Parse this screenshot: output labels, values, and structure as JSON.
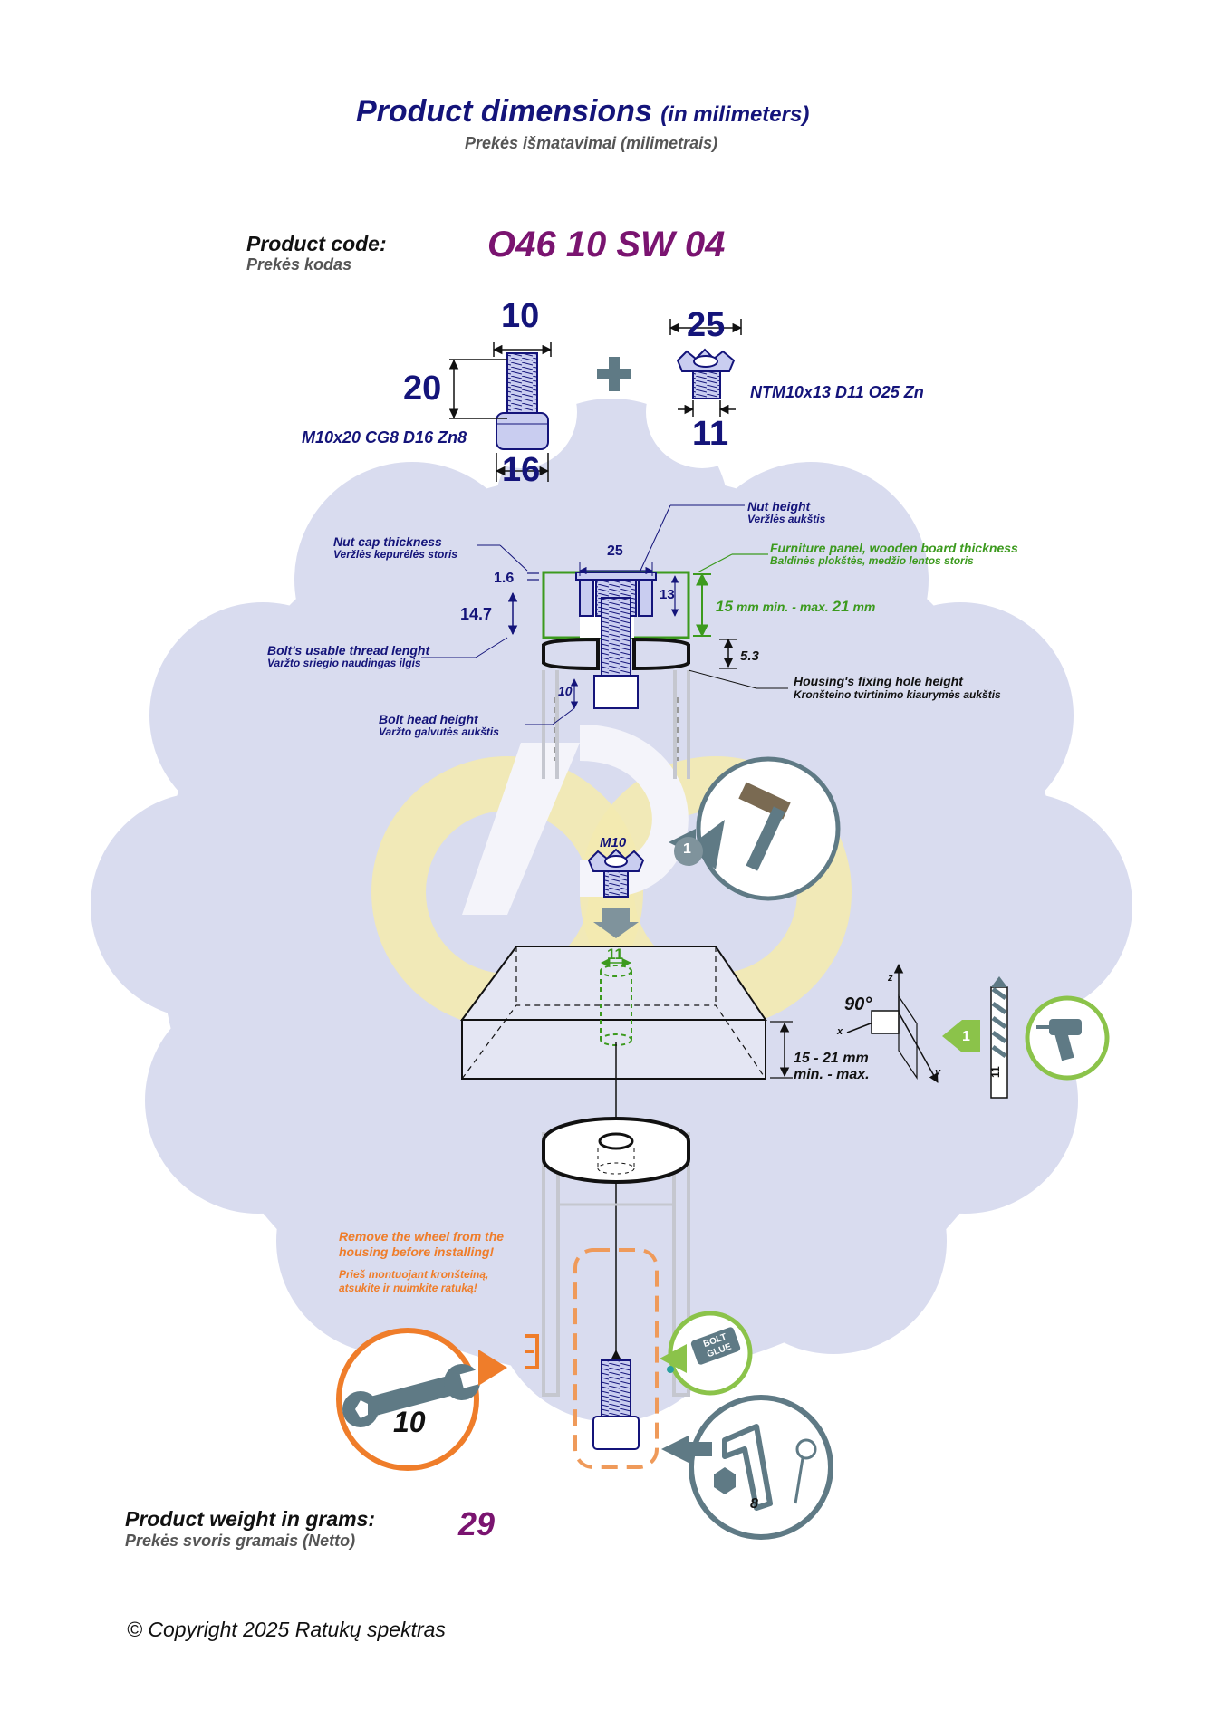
{
  "header": {
    "title": "Product dimensions",
    "title_suffix": "(in milimeters)",
    "subtitle": "Prekės išmatavimai (milimetrais)"
  },
  "product_code": {
    "label": "Product code:",
    "label_lt": "Prekės kodas",
    "value": "O46 10 SW 04"
  },
  "bolt": {
    "dim_top": "10",
    "dim_left": "20",
    "dim_bottom": "16",
    "name": "M10x20 CG8 D16 Zn8"
  },
  "nut": {
    "dim_top": "25",
    "dim_bottom": "11",
    "name": "NTM10x13 D11 O25 Zn"
  },
  "plus": "+",
  "assembly": {
    "nut_cap_label": "Nut cap thickness",
    "nut_cap_label_lt": "Veržlės kepurėlės storis",
    "nut_cap_value": "1.6",
    "nut_height_label": "Nut height",
    "nut_height_label_lt": "Veržlės aukštis",
    "nut_width_value": "25",
    "nut_height_value": "13",
    "panel_label": "Furniture panel, wooden board thickness",
    "panel_label_lt": "Baldinės plokštės, medžio lentos storis",
    "panel_min_value": "15",
    "panel_min_text": "mm min. - max.",
    "panel_max_value": "21",
    "panel_max_unit": "mm",
    "thread_value": "14.7",
    "thread_label": "Bolt's usable thread lenght",
    "thread_label_lt": "Varžto sriegio naudingas ilgis",
    "housing_value": "5.3",
    "housing_label": "Housing's fixing hole height",
    "housing_label_lt": "Kronšteino tvirtinimo kiaurymės aukštis",
    "head_value": "10",
    "head_label": "Bolt head height",
    "head_label_lt": "Varžto galvutės aukštis"
  },
  "install": {
    "nut_label": "M10",
    "hole_value": "11",
    "step_number": "1",
    "angle_label": "90°",
    "axis_x": "x",
    "axis_y": "y",
    "axis_z": "z",
    "thickness_label": "15 - 21 mm",
    "thickness_label2": "min. - max.",
    "drill_size": "11",
    "warning_en_1": "Remove the wheel from the",
    "warning_en_2": "housing before installing!",
    "warning_lt_1": "Prieš montuojant kronšteiną,",
    "warning_lt_2": "atsukite ir nuimkite ratuką!",
    "wrench_size": "10",
    "glue_label_1": "BOLT",
    "glue_label_2": "GLUE",
    "hex_key_size": "8"
  },
  "weight": {
    "label": "Product weight in grams:",
    "label_lt": "Prekės svoris gramais (Netto)",
    "value": "29"
  },
  "copyright": "© Copyright 2025 Ratukų spektras",
  "colors": {
    "navy": "#14147a",
    "purple": "#7a1470",
    "green": "#3c9a1e",
    "orange": "#ef7d2a",
    "slate": "#5f7a85",
    "blob": "#d9dcef"
  },
  "icons": [
    "hammer-icon",
    "drill-icon",
    "wrench-icon",
    "bolt-glue-icon",
    "hex-key-icon",
    "arrow-down-icon"
  ]
}
